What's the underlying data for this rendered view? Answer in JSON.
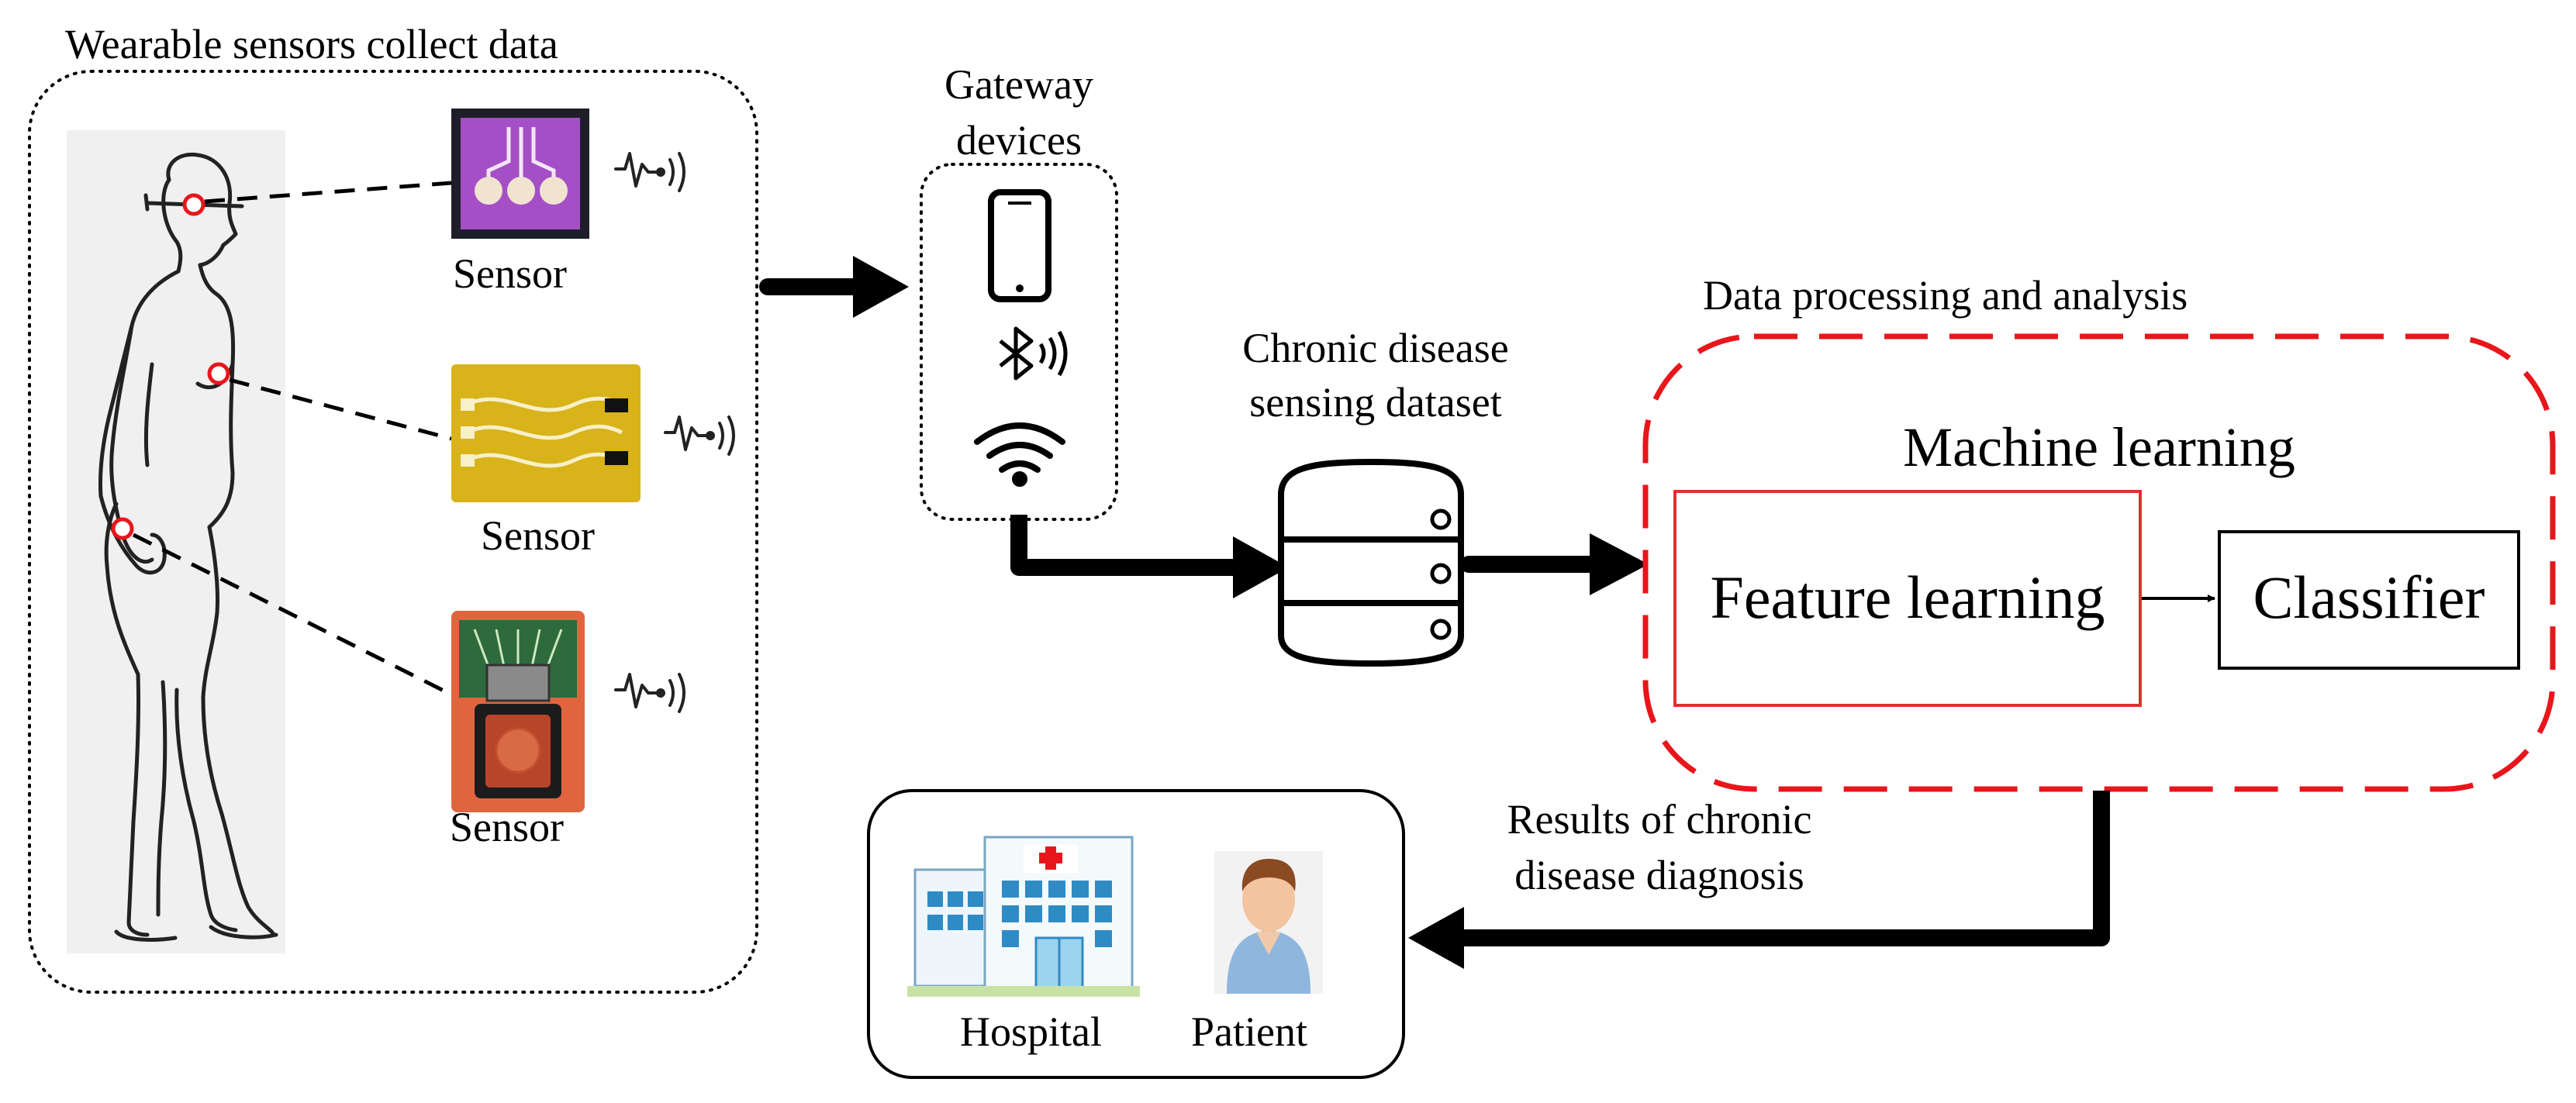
{
  "labels": {
    "wearable_title": "Wearable sensors collect data",
    "sensor_1": "Sensor",
    "sensor_2": "Sensor",
    "sensor_3": "Sensor",
    "gateway_line1": "Gateway",
    "gateway_line2": "devices",
    "dataset_line1": "Chronic disease",
    "dataset_line2": "sensing dataset",
    "processing_title": "Data processing and analysis",
    "machine_learning": "Machine learning",
    "feature_learning": "Feature learning",
    "classifier": "Classifier",
    "results_line1": "Results of chronic",
    "results_line2": "disease diagnosis",
    "hospital": "Hospital",
    "patient": "Patient"
  },
  "icons": {
    "eeg_sensor": "eeg-sensor-icon",
    "ecg_sensor": "ecg-sensor-icon",
    "glucose_sensor": "glucose-sensor-icon",
    "signal": "signal-wave-icon",
    "phone": "smartphone-icon",
    "bluetooth": "bluetooth-icon",
    "wifi": "wifi-icon",
    "database": "database-icon",
    "hospital": "hospital-icon",
    "patient": "patient-icon"
  },
  "colors": {
    "ml_border": "#e8161b",
    "feature_border": "#e03030",
    "eeg_sensor_fill": "#a54fc6",
    "ecg_sensor_fill": "#d8b31a",
    "glucose_sensor_fill": "#e0653f",
    "line": "#000000"
  }
}
